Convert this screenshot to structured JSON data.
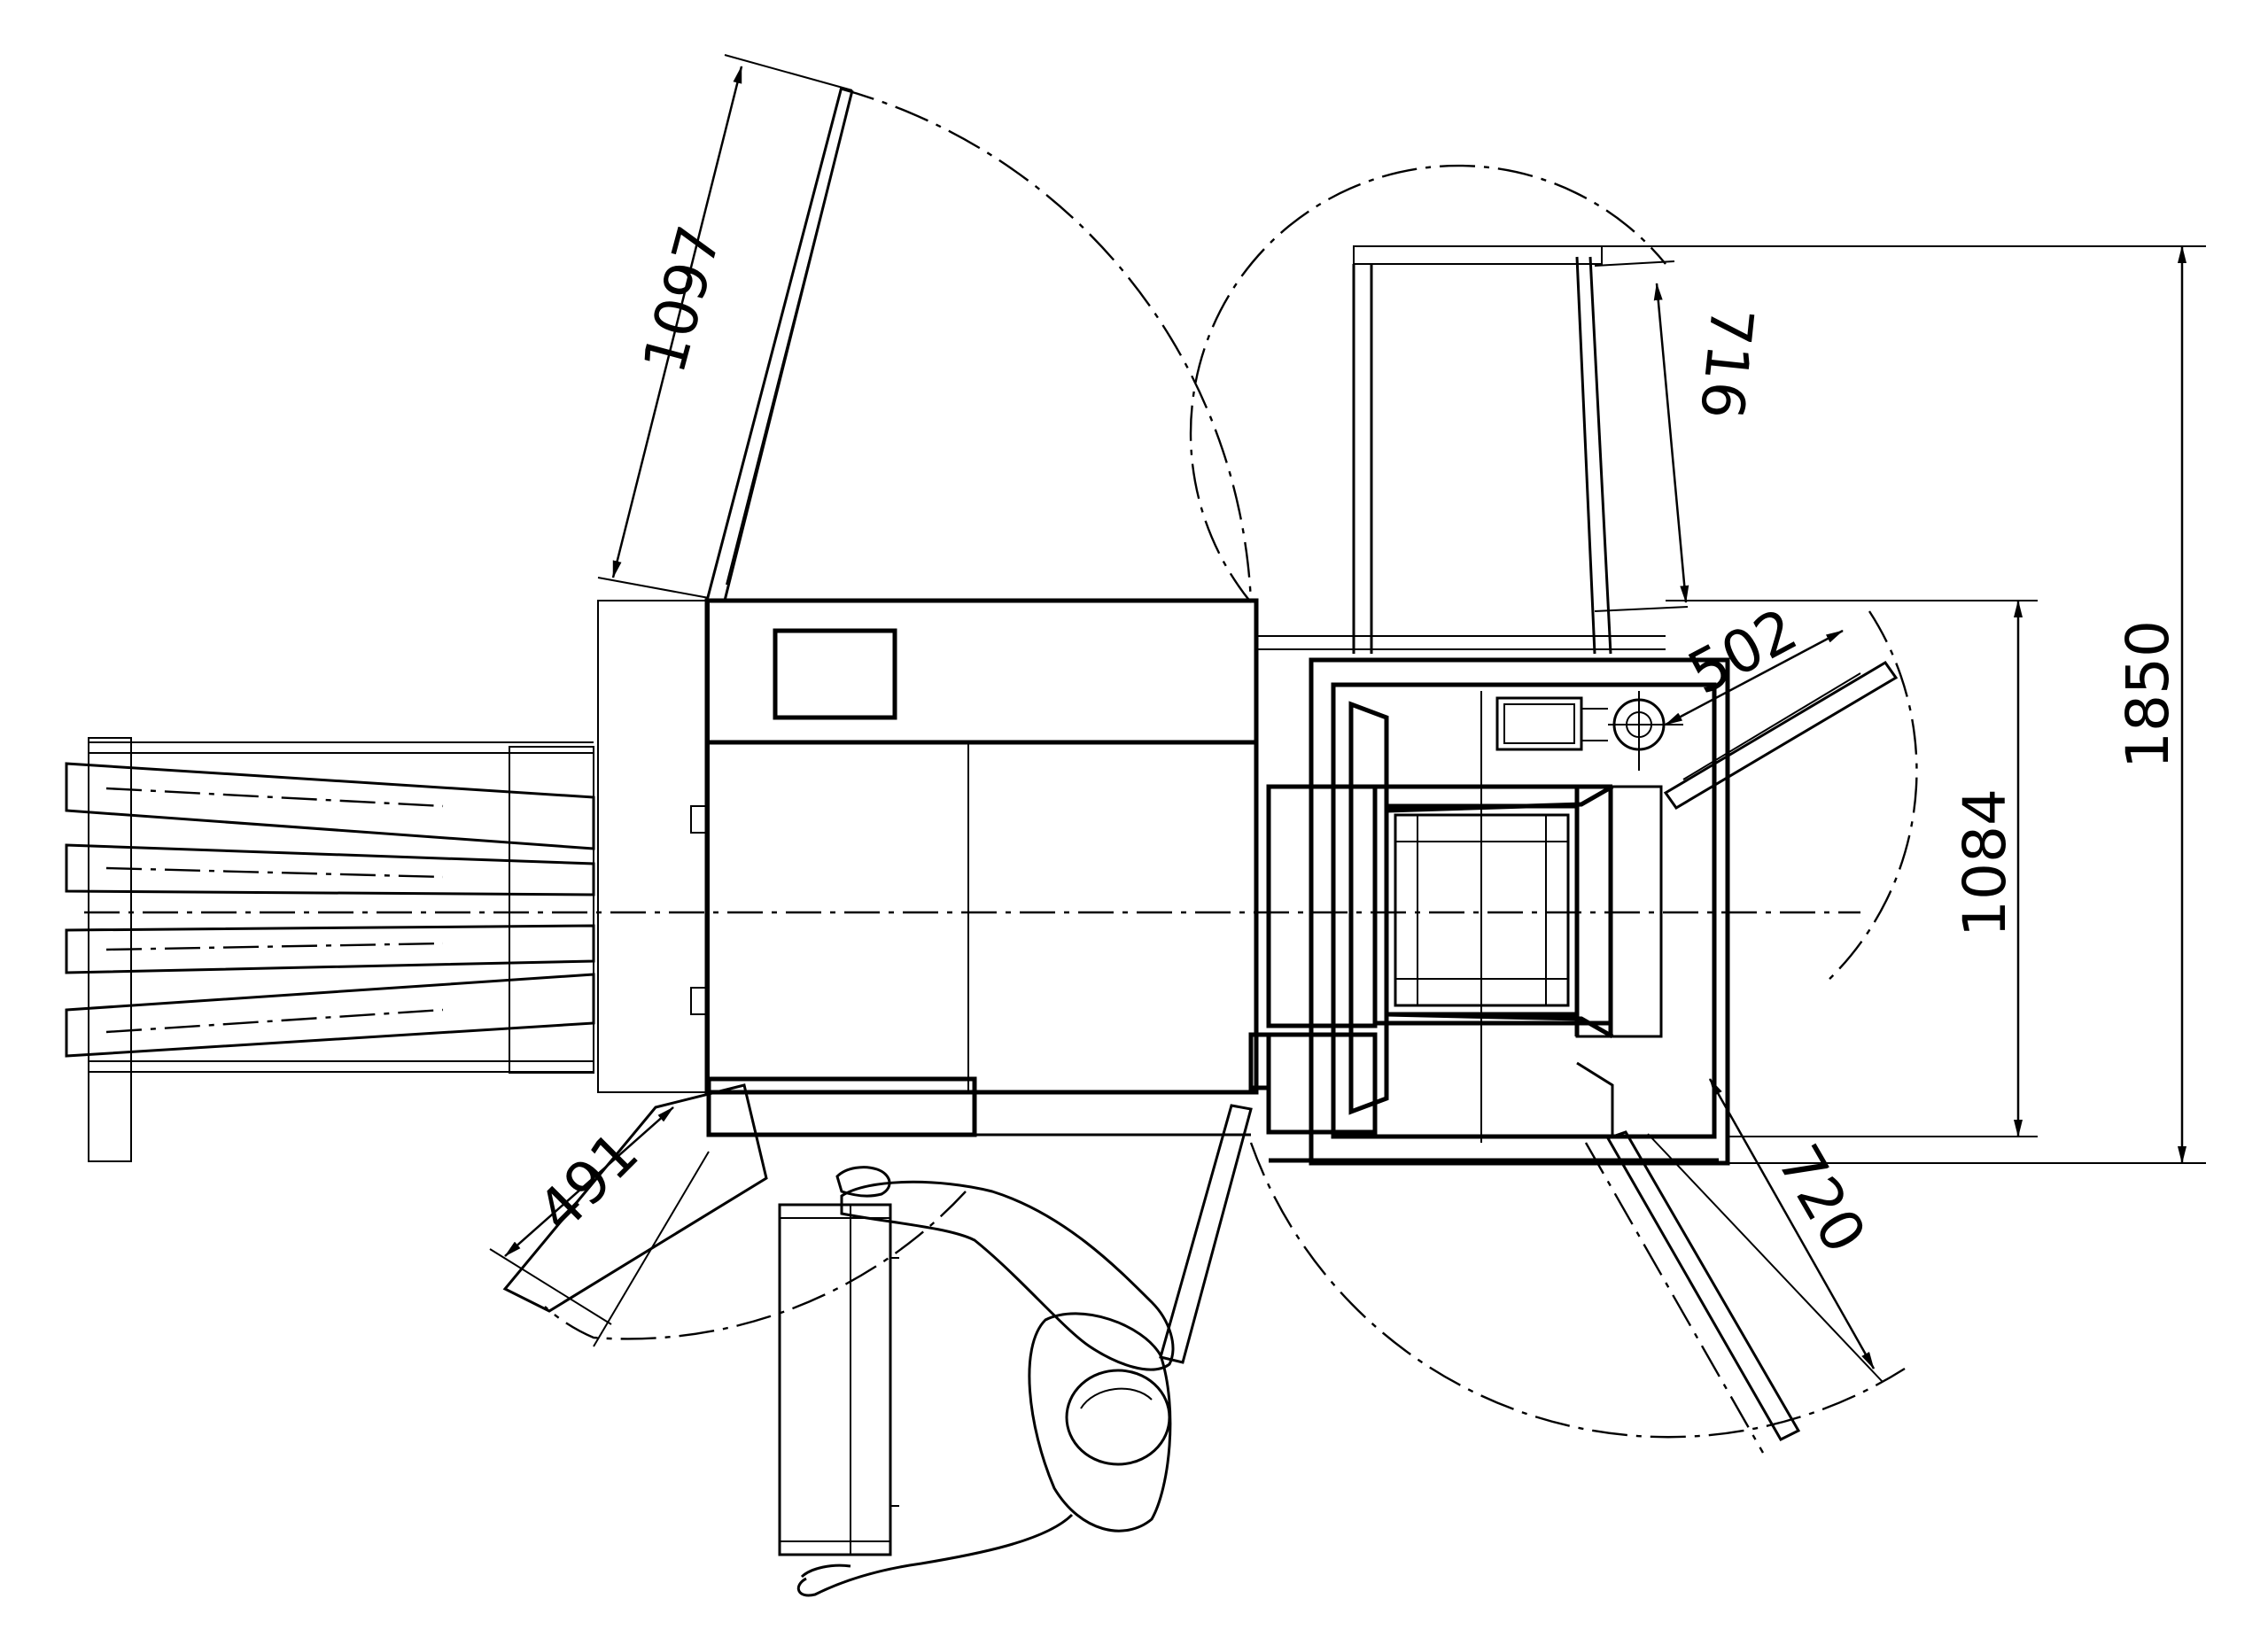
{
  "dimensions": {
    "d1097": "1097",
    "d716": "716",
    "d502": "502",
    "d1850": "1850",
    "d1084": "1084",
    "d491": "491",
    "d720": "720"
  },
  "colors": {
    "line": "#000000",
    "background": "#ffffff"
  }
}
